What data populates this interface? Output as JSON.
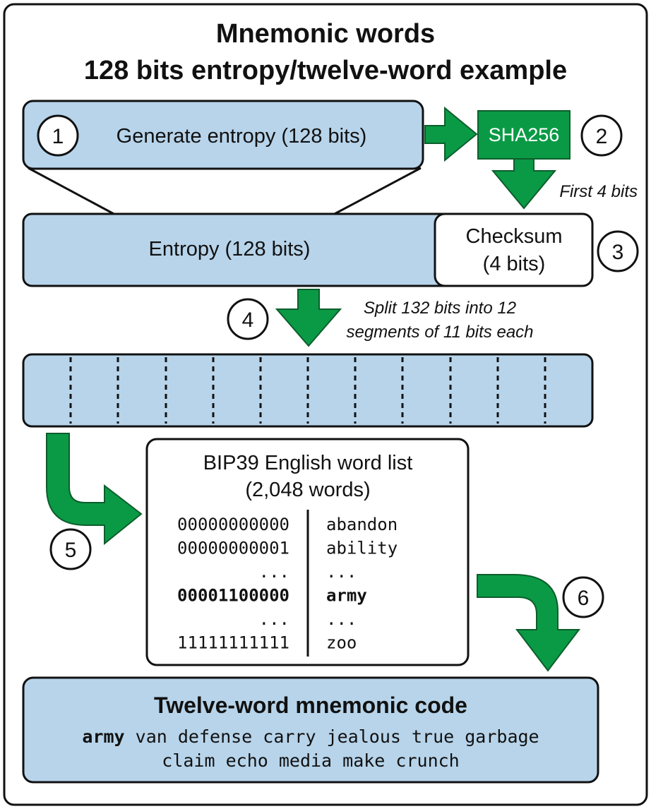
{
  "title": {
    "line1": "Mnemonic words",
    "line2": "128 bits entropy/twelve-word example"
  },
  "colors": {
    "light_blue": "#b7d4ea",
    "green": "#0a9a45",
    "green_dark": "#0c5e2c",
    "stroke": "#111111"
  },
  "steps": [
    "1",
    "2",
    "3",
    "4",
    "5",
    "6"
  ],
  "generate": {
    "label": "Generate entropy (128 bits)"
  },
  "sha": {
    "label": "SHA256",
    "arrow_label": "First 4 bits"
  },
  "entropy": {
    "label": "Entropy (128 bits)"
  },
  "checksum": {
    "line1": "Checksum",
    "line2": "(4 bits)"
  },
  "split": {
    "line1": "Split 132 bits into 12",
    "line2": "segments of 11 bits each"
  },
  "segments": {
    "count": 12
  },
  "wordlist": {
    "title_line1": "BIP39 English word list",
    "title_line2": "(2,048 words)",
    "rows": [
      {
        "bits": "00000000000",
        "word": "abandon",
        "bold": false
      },
      {
        "bits": "00000000001",
        "word": "ability",
        "bold": false
      },
      {
        "bits": "...",
        "word": "...",
        "bold": false
      },
      {
        "bits": "00001100000",
        "word": "army",
        "bold": true
      },
      {
        "bits": "...",
        "word": "...",
        "bold": false
      },
      {
        "bits": "11111111111",
        "word": "zoo",
        "bold": false
      }
    ]
  },
  "mnemonic": {
    "title": "Twelve-word mnemonic code",
    "first_word": "army",
    "line1_rest": " van defense carry jealous true garbage",
    "line2": "claim echo media make crunch"
  }
}
